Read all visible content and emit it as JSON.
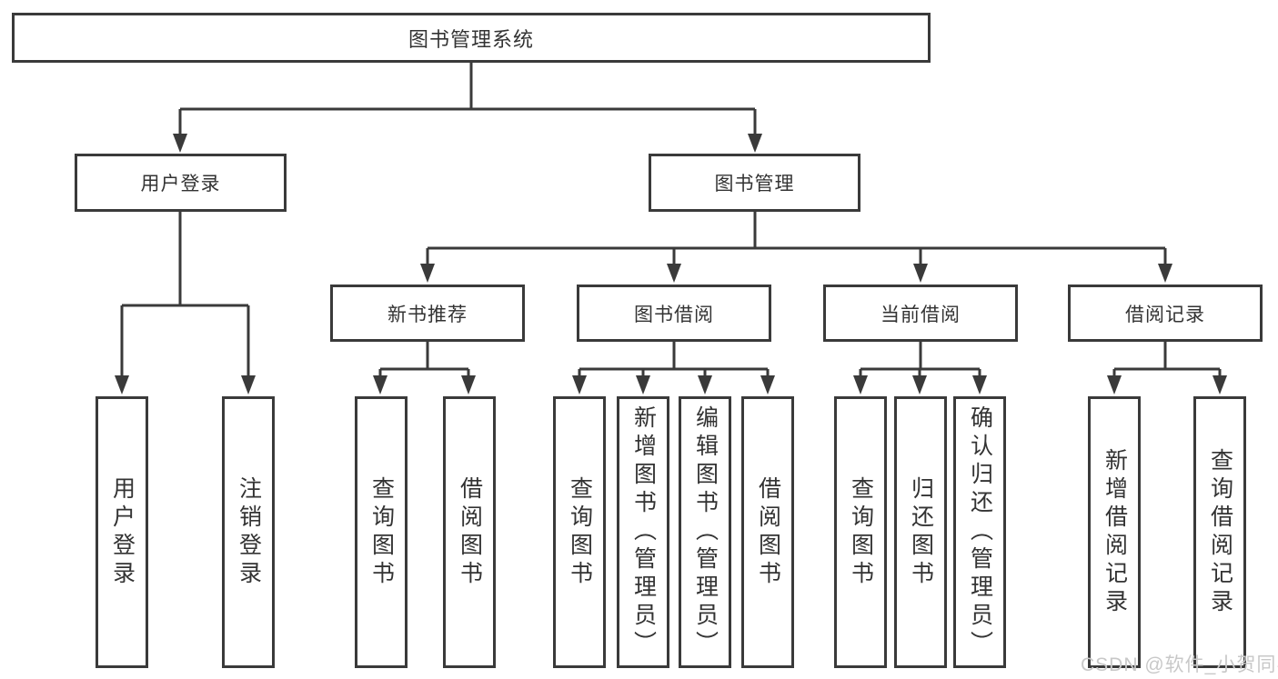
{
  "nodes": {
    "root": {
      "label": "图书管理系统"
    },
    "user_login": {
      "label": "用户登录"
    },
    "book_mgmt": {
      "label": "图书管理"
    },
    "new_book": {
      "label": "新书推荐"
    },
    "book_borrow": {
      "label": "图书借阅"
    },
    "current_borrow": {
      "label": "当前借阅"
    },
    "borrow_record": {
      "label": "借阅记录"
    },
    "leaf_user_login": {
      "label": "用户登录"
    },
    "leaf_logout": {
      "label": "注销登录"
    },
    "leaf_nb_query": {
      "label": "查询图书"
    },
    "leaf_nb_borrow": {
      "label": "借阅图书"
    },
    "leaf_bb_query": {
      "label": "查询图书"
    },
    "leaf_bb_add": {
      "label": "新增图书（管理员）"
    },
    "leaf_bb_edit": {
      "label": "编辑图书（管理员）"
    },
    "leaf_bb_borrow": {
      "label": "借阅图书"
    },
    "leaf_cb_query": {
      "label": "查询图书"
    },
    "leaf_cb_return": {
      "label": "归还图书"
    },
    "leaf_cb_confirm": {
      "label": "确认归还（管理员）"
    },
    "leaf_br_add": {
      "label": "新增借阅记录"
    },
    "leaf_br_query": {
      "label": "查询借阅记录"
    }
  },
  "watermark": {
    "text": "CSDN @软件_小贺同学"
  },
  "colors": {
    "line": "#3a3a3a",
    "text": "#333333",
    "watermark": "#c8c8c8",
    "background": "#ffffff"
  }
}
